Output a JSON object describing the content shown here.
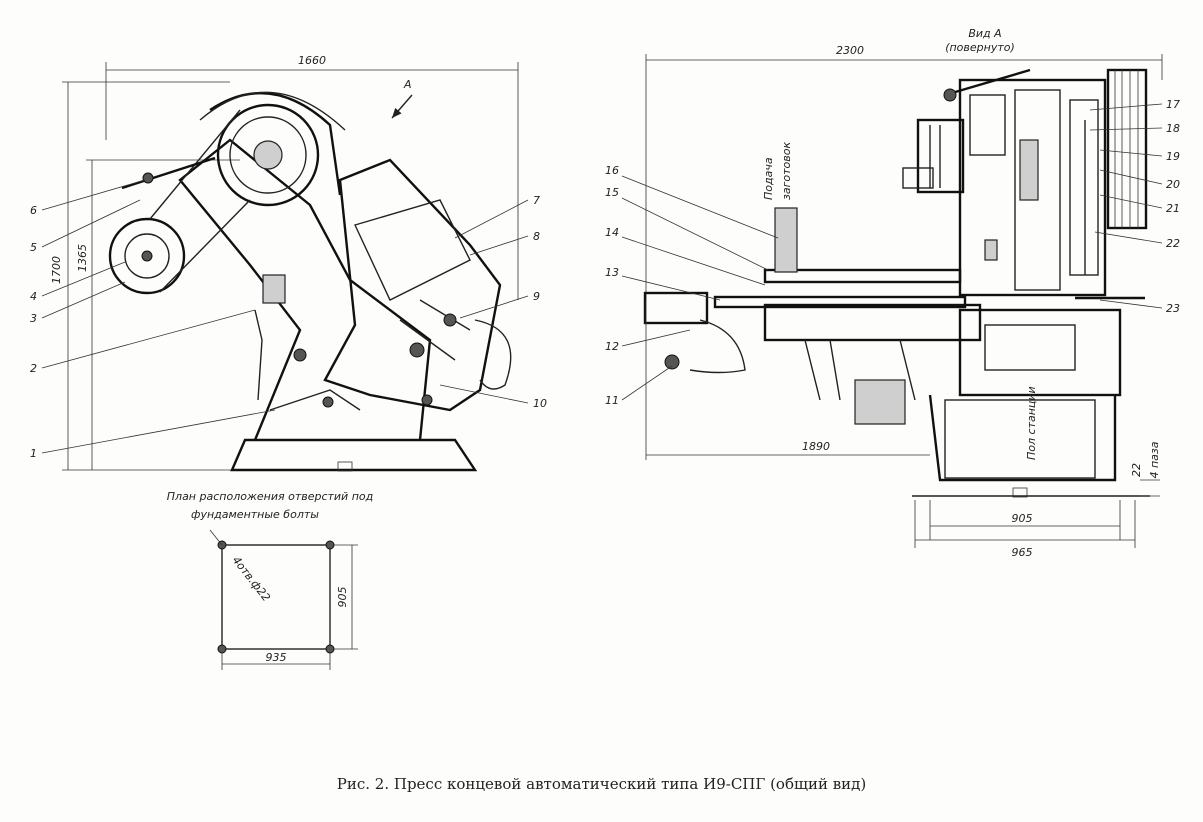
{
  "caption": "Рис. 2. Пресс концевой автоматический типа И9-СПГ  (общий вид)",
  "side_view": {
    "dim_width": "1660",
    "dim_height_total": "1700",
    "dim_height_inner": "1365",
    "view_arrow": "A",
    "callouts": [
      "1",
      "2",
      "3",
      "4",
      "5",
      "6",
      "7",
      "8",
      "9",
      "10"
    ]
  },
  "front_view": {
    "view_title_line1": "Вид А",
    "view_title_line2": "(повернуто)",
    "dim_width": "2300",
    "dim_base": "1890",
    "dim_905": "905",
    "dim_965": "965",
    "dim_22": "22",
    "dim_4paz": "4 паза",
    "label_feed_line1": "Подача",
    "label_feed_line2": "заготовок",
    "label_floor": "Пол станции",
    "callouts_left": [
      "16",
      "15",
      "14",
      "13",
      "12",
      "11"
    ],
    "callouts_right": [
      "17",
      "18",
      "19",
      "20",
      "21",
      "22",
      "23"
    ]
  },
  "plan": {
    "title_line1": "План расположения  отверстий  под",
    "title_line2": "фундаментные   болты",
    "hole_note": "4отв.ф22",
    "dim_horizontal": "935",
    "dim_vertical": "905"
  }
}
